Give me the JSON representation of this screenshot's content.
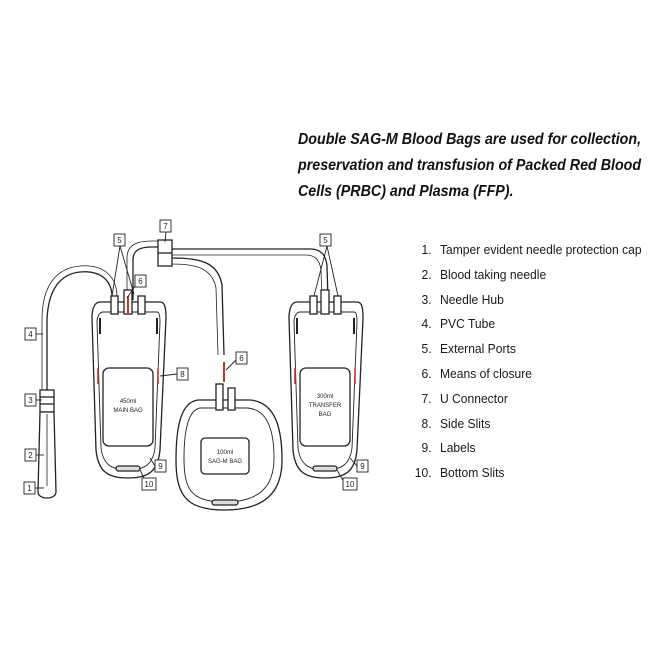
{
  "headline": {
    "lines": [
      "Double SAG-M Blood Bags are used for collection,",
      "preservation and transfusion of Packed Red Blood",
      "Cells (PRBC) and Plasma (FFP)."
    ]
  },
  "legend": {
    "items": [
      {
        "number": "1.",
        "label": "Tamper evident needle protection cap"
      },
      {
        "number": "2.",
        "label": "Blood taking needle"
      },
      {
        "number": "3.",
        "label": "Needle Hub"
      },
      {
        "number": "4.",
        "label": "PVC Tube"
      },
      {
        "number": "5.",
        "label": "External Ports"
      },
      {
        "number": "6.",
        "label": "Means of closure"
      },
      {
        "number": "7.",
        "label": "U Connector"
      },
      {
        "number": "8.",
        "label": "Side Slits"
      },
      {
        "number": "9.",
        "label": "Labels"
      },
      {
        "number": "10.",
        "label": "Bottom Slits"
      }
    ]
  },
  "bags": {
    "main": {
      "line1": "450ml",
      "line2": "MAIN BAG"
    },
    "sagm": {
      "line1": "100ml",
      "line2": "SAG-M BAG"
    },
    "transfer": {
      "line1": "300ml",
      "line2": "TRANSFER",
      "line3": "BAG"
    }
  },
  "callouts": {
    "c1": "1",
    "c2": "2",
    "c3": "3",
    "c4": "4",
    "c5a": "5",
    "c5b": "5",
    "c6a": "6",
    "c6b": "6",
    "c7": "7",
    "c8": "8",
    "c9a": "9",
    "c9b": "9",
    "c10a": "10",
    "c10b": "10"
  },
  "colors": {
    "line": "#222222",
    "accent_red": "#c0392b"
  }
}
